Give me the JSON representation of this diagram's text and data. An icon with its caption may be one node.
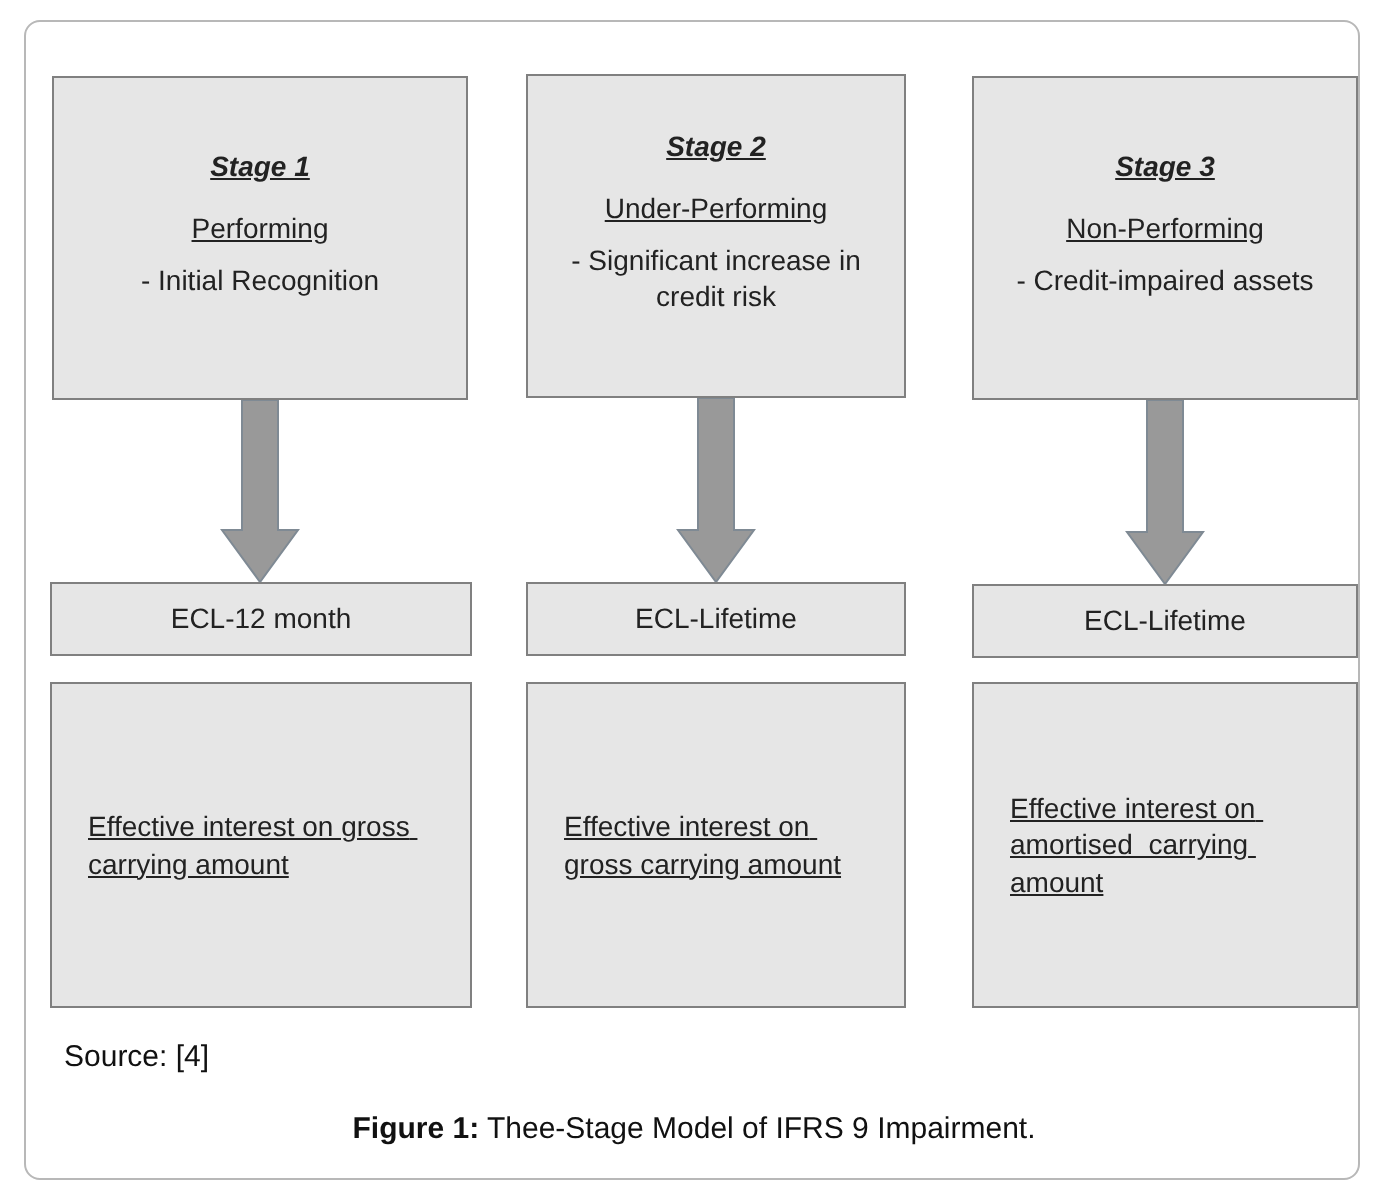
{
  "diagram": {
    "caption": "**Figure 1:** Thee-Stage Model of IFRS 9 Impairment.",
    "nodes": [
      {
        "text": [
          "Stage 1",
          "Performing",
          "- Initial Recognition"
        ]
      },
      {
        "text": [
          "Stage 2",
          "Under-Performing",
          "- Significant increase in credit risk"
        ]
      },
      {
        "text": [
          "Stage 3",
          "Non-Performing",
          "- Credit-impaired assets"
        ]
      },
      {
        "text": [
          "ECL-12 month"
        ]
      },
      {
        "text": [
          "ECL-Lifetime"
        ]
      },
      {
        "text": [
          "ECL-Lifetime"
        ]
      },
      {
        "text": [
          "Effective interest on gross carrying amount"
        ]
      },
      {
        "text": [
          "Effective interest on gross carrying amount"
        ]
      },
      {
        "text": [
          "Effective interest on amortised  carrying amount"
        ]
      }
    ],
    "edges": [
      {
        "from": 0,
        "to": 3,
        "arrow": "to",
        "style": "thick"
      },
      {
        "from": 1,
        "to": 4,
        "arrow": "to",
        "style": "thick"
      },
      {
        "from": 2,
        "to": 5,
        "arrow": "to",
        "style": "thick"
      }
    ],
    "labels": [
      "Source: [4]"
    ]
  }
}
